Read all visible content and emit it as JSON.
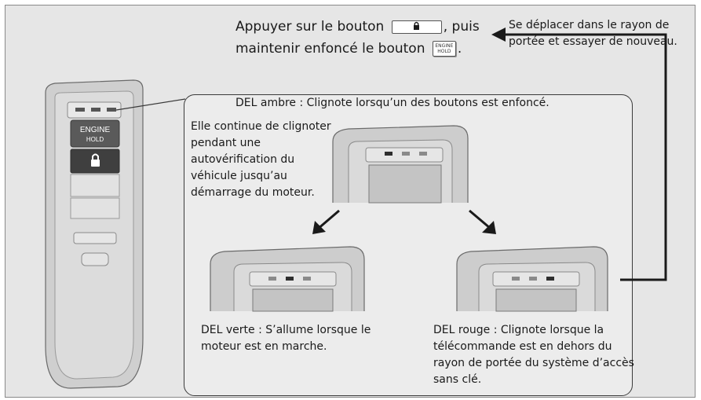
{
  "instruction": {
    "line1_before": "Appuyer sur le bouton ",
    "line1_after": ", puis",
    "line2_before": "maintenir enfoncé le bouton ",
    "line2_after": ".",
    "engine_button_line1": "ENGINE",
    "engine_button_line2": "HOLD"
  },
  "retry_note": "Se déplacer dans le rayon de portée et essayer de nouveau.",
  "fob": {
    "engine_button_line1": "ENGINE",
    "engine_button_line2": "HOLD",
    "lock_icon": "lock-icon"
  },
  "callouts": {
    "amber": "DEL ambre : Clignote lorsqu’un des boutons est enfoncé.",
    "amber_continue": "Elle continue de clignoter pendant une autovérification du véhicule jusqu’au démarrage du moteur.",
    "green": "DEL verte : S’allume lorsque le moteur est en marche.",
    "red": "DEL rouge : Clignote lorsque la télécommande est en dehors du rayon de portée du système d’accès sans clé."
  },
  "colors": {
    "frame_bg": "#e6e6e6",
    "panel_bg": "#ececec",
    "outline": "#3a3a3a",
    "fob_body": "#d7d7d7",
    "fob_dark": "#4a4a4a"
  }
}
